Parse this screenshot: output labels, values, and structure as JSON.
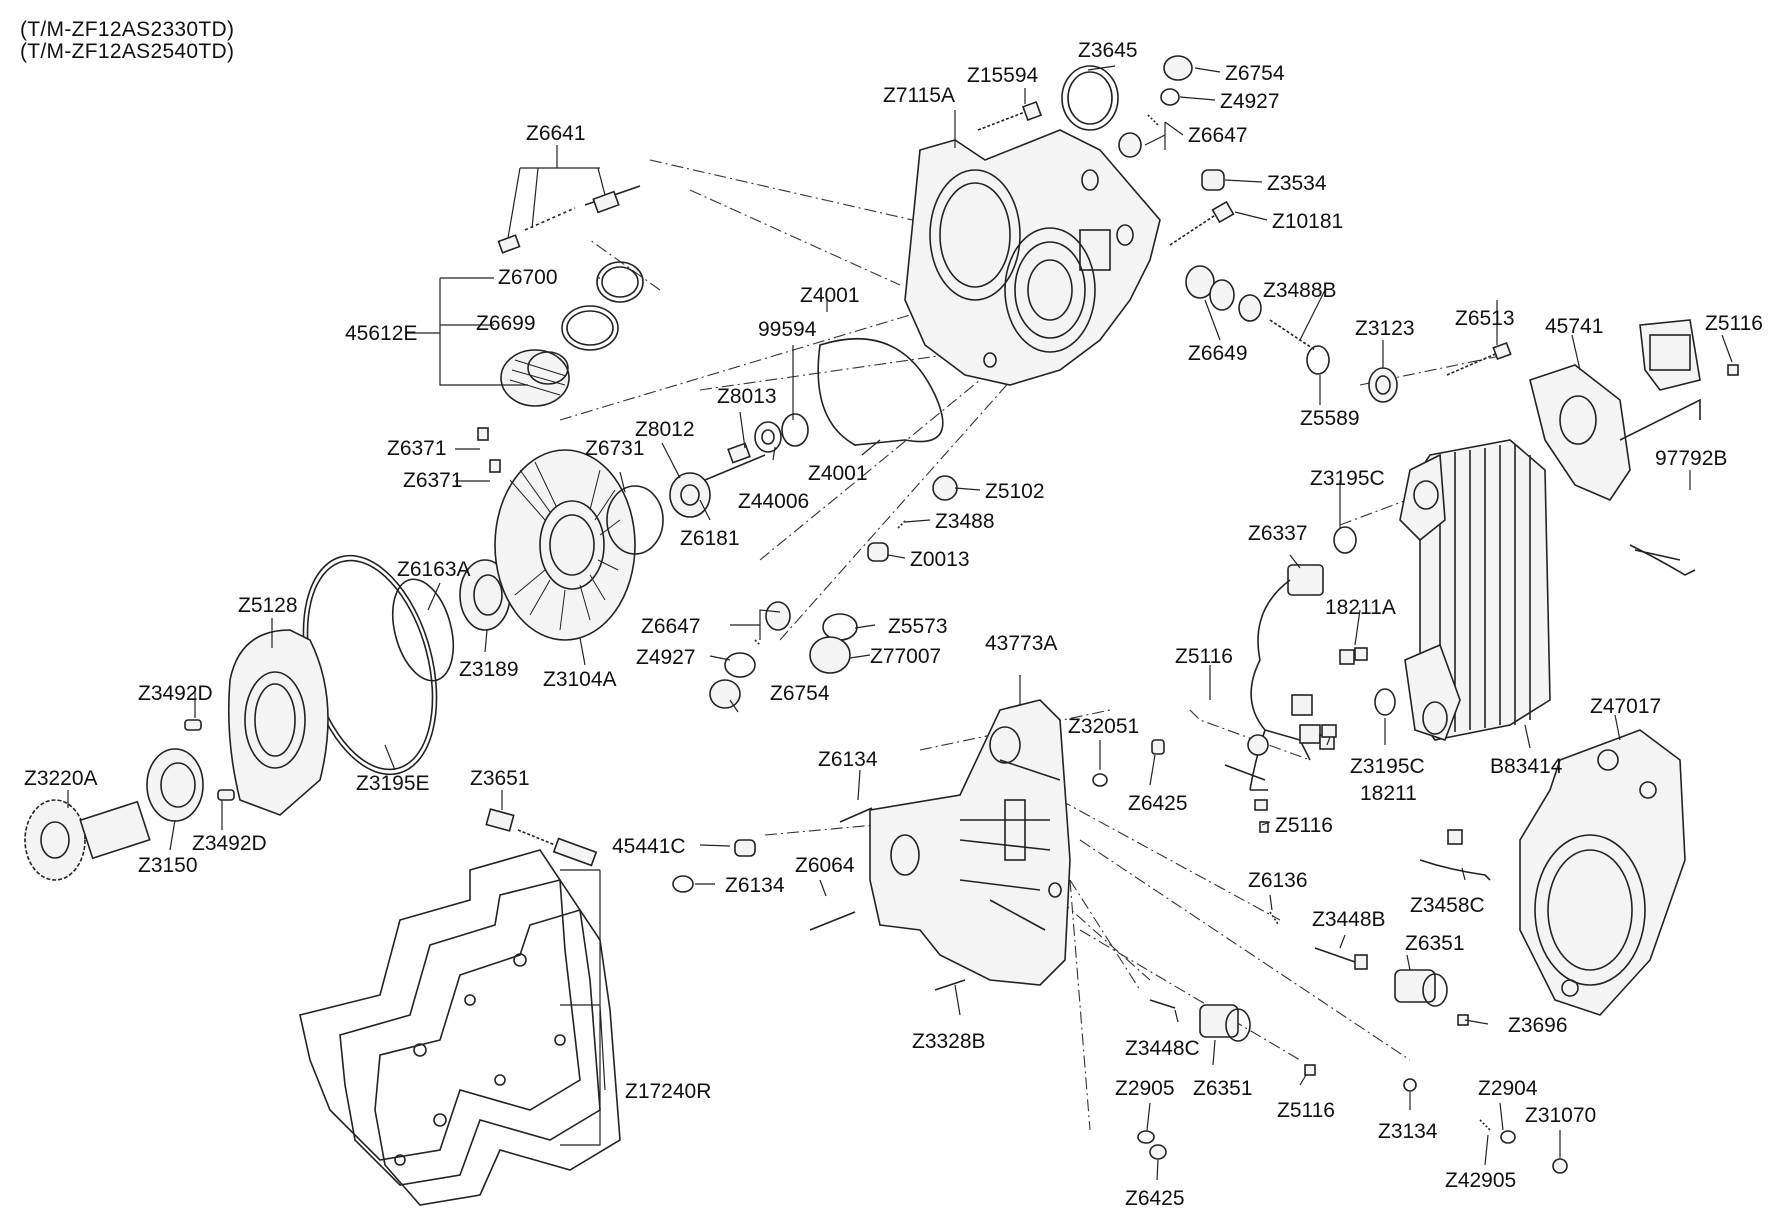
{
  "header": {
    "line1": "(T/M-ZF12AS2330TD)",
    "line2": "(T/M-ZF12AS2540TD)"
  },
  "labels": {
    "Z6641": "Z6641",
    "Z6700": "Z6700",
    "45612E": "45612E",
    "Z6699": "Z6699",
    "Z6371a": "Z6371",
    "Z6371b": "Z6371",
    "Z5128": "Z5128",
    "Z3492Da": "Z3492D",
    "Z3220A": "Z3220A",
    "Z3150": "Z3150",
    "Z3492Db": "Z3492D",
    "Z3195E": "Z3195E",
    "Z6163A": "Z6163A",
    "Z3189": "Z3189",
    "Z3104A": "Z3104A",
    "Z6731": "Z6731",
    "Z8012": "Z8012",
    "Z8013": "Z8013",
    "Z6181": "Z6181",
    "99594": "99594",
    "Z44006": "Z44006",
    "Z4001a": "Z4001",
    "Z4001b": "Z4001",
    "Z7115A": "Z7115A",
    "Z15594": "Z15594",
    "Z3645": "Z3645",
    "Z6754a": "Z6754",
    "Z4927a": "Z4927",
    "Z6647a": "Z6647",
    "Z3534": "Z3534",
    "Z10181": "Z10181",
    "Z3488B": "Z3488B",
    "Z6649": "Z6649",
    "Z5589": "Z5589",
    "Z3123": "Z3123",
    "Z6513": "Z6513",
    "45741": "45741",
    "Z5116a": "Z5116",
    "97792B": "97792B",
    "Z5102": "Z5102",
    "Z3488": "Z3488",
    "Z0013": "Z0013",
    "Z6647b": "Z6647",
    "Z4927b": "Z4927",
    "Z6754b": "Z6754",
    "Z5573": "Z5573",
    "Z77007": "Z77007",
    "Z3195Ca": "Z3195C",
    "Z6337": "Z6337",
    "18211A": "18211A",
    "Z5116b": "Z5116",
    "18211": "18211",
    "Z5116c": "Z5116",
    "Z3195Cb": "Z3195C",
    "B83414": "B83414",
    "Z47017": "Z47017",
    "43773A": "43773A",
    "Z32051": "Z32051",
    "Z6425a": "Z6425",
    "Z6134a": "Z6134",
    "45441C": "45441C",
    "Z6134b": "Z6134",
    "Z6064": "Z6064",
    "Z3651": "Z3651",
    "Z17240R": "Z17240R",
    "Z3328B": "Z3328B",
    "Z6136": "Z6136",
    "Z3448B": "Z3448B",
    "Z6351a": "Z6351",
    "Z3458C": "Z3458C",
    "Z3696": "Z3696",
    "Z3448C": "Z3448C",
    "Z6351b": "Z6351",
    "Z5116d": "Z5116",
    "Z2905": "Z2905",
    "Z6425b": "Z6425",
    "Z3134": "Z3134",
    "Z2904": "Z2904",
    "Z31070": "Z31070",
    "Z42905": "Z42905"
  }
}
